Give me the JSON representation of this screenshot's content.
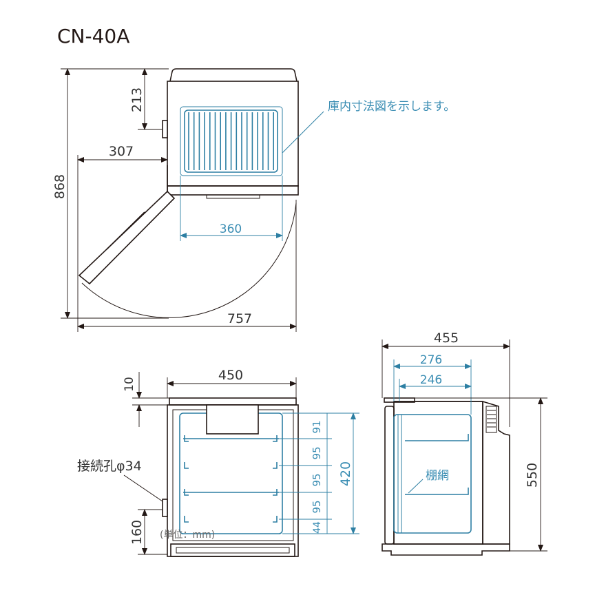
{
  "title": "CN-40A",
  "top_view": {
    "callout": "庫内寸法図を示します。",
    "dims": {
      "height_total": "868",
      "top_to_hinge": "213",
      "door_swing": "307",
      "inner_width": "360",
      "total_depth_open": "757"
    }
  },
  "front_view": {
    "connection_label": "接続孔φ34",
    "unit_label": "(単位：mm)",
    "dims": {
      "width": "450",
      "top_offset": "10",
      "hole_height": "160",
      "inner_height": "420",
      "shelf_spacing": [
        "91",
        "95",
        "95",
        "95",
        "44"
      ]
    }
  },
  "side_view": {
    "shelf_label": "棚網",
    "dims": {
      "depth": "455",
      "inner_depth_1": "276",
      "inner_depth_2": "246",
      "height": "550"
    }
  },
  "colors": {
    "line": "#231815",
    "inner": "#2d7fa3"
  }
}
